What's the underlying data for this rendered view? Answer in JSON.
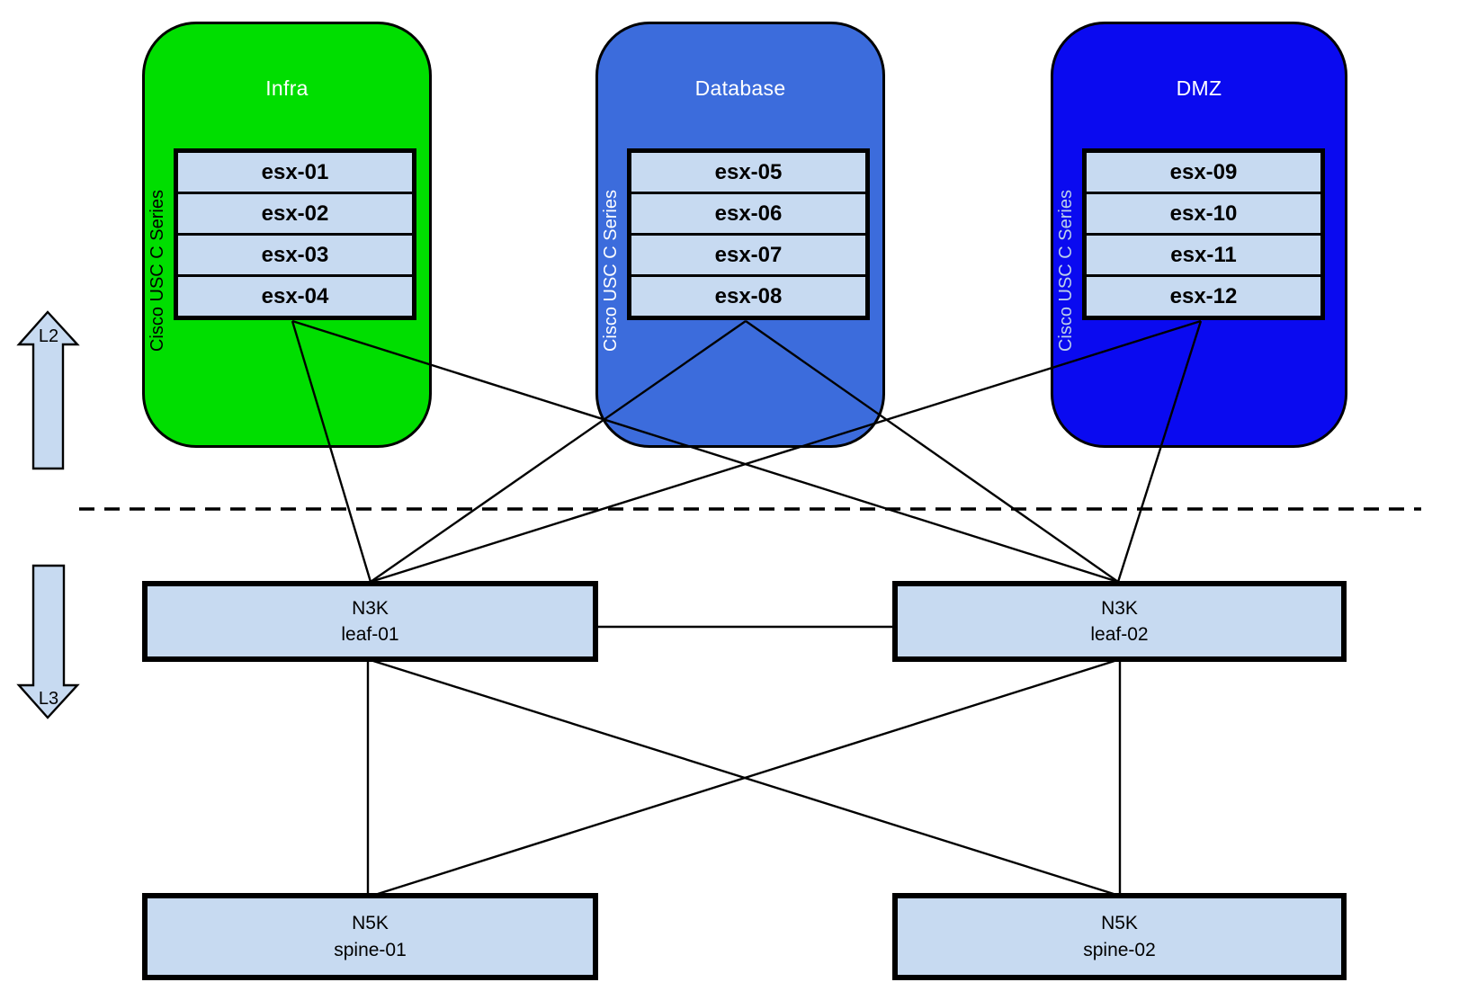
{
  "server_groups": [
    {
      "name": "Infra",
      "side_label": "Cisco USC C Series",
      "fill": "#00DE00",
      "title_color": "#FFFFFF",
      "side_label_color": "#000000",
      "servers": [
        "esx-01",
        "esx-02",
        "esx-03",
        "esx-04"
      ]
    },
    {
      "name": "Database",
      "side_label": "Cisco USC C Series",
      "fill": "#3C6CDC",
      "title_color": "#FFFFFF",
      "side_label_color": "#FFFFFF",
      "servers": [
        "esx-05",
        "esx-06",
        "esx-07",
        "esx-08"
      ]
    },
    {
      "name": "DMZ",
      "side_label": "Cisco USC C Series",
      "fill": "#0A0AF0",
      "title_color": "#FFFFFF",
      "side_label_color": "#BDD0EA",
      "servers": [
        "esx-09",
        "esx-10",
        "esx-11",
        "esx-12"
      ]
    }
  ],
  "layer_markers": {
    "upper": "L2",
    "lower": "L3"
  },
  "leaf_switches": [
    {
      "model": "N3K",
      "name": "leaf-01"
    },
    {
      "model": "N3K",
      "name": "leaf-02"
    }
  ],
  "spine_switches": [
    {
      "model": "N5K",
      "name": "spine-01"
    },
    {
      "model": "N5K",
      "name": "spine-02"
    }
  ],
  "colors": {
    "server_row_fill": "#C7DAF1",
    "switch_fill": "#C7DAF1",
    "arrow_fill": "#C7DAF1",
    "line": "#000000",
    "background": "#FFFFFF"
  },
  "links": [
    {
      "from": "Infra",
      "to": "leaf-01"
    },
    {
      "from": "Infra",
      "to": "leaf-02"
    },
    {
      "from": "Database",
      "to": "leaf-01"
    },
    {
      "from": "Database",
      "to": "leaf-02"
    },
    {
      "from": "DMZ",
      "to": "leaf-01"
    },
    {
      "from": "DMZ",
      "to": "leaf-02"
    },
    {
      "from": "leaf-01",
      "to": "leaf-02"
    },
    {
      "from": "leaf-01",
      "to": "spine-01"
    },
    {
      "from": "leaf-01",
      "to": "spine-02"
    },
    {
      "from": "leaf-02",
      "to": "spine-01"
    },
    {
      "from": "leaf-02",
      "to": "spine-02"
    }
  ]
}
